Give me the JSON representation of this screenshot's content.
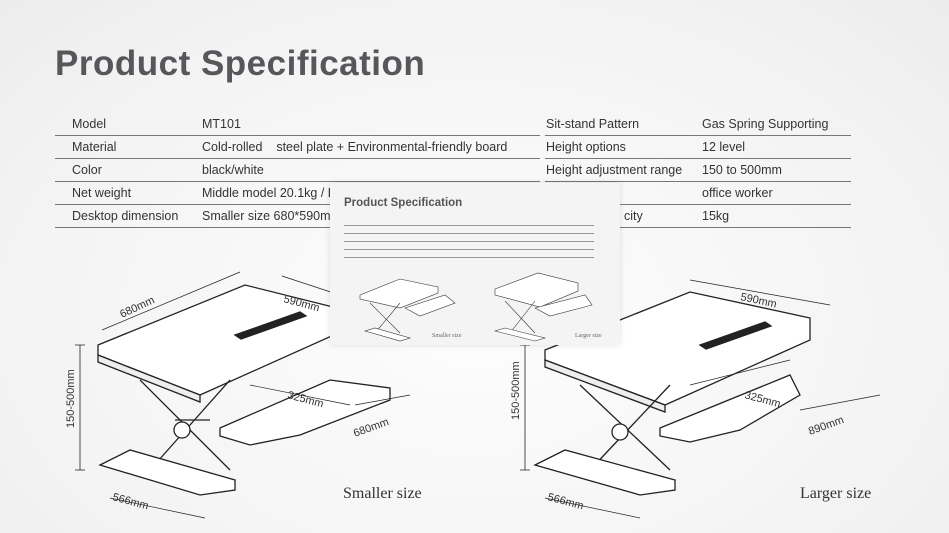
{
  "title": "Product Specification",
  "spec_left": [
    {
      "label": "Model",
      "value": "MT101"
    },
    {
      "label": "Material",
      "value": "Cold-rolled    steel plate + Environmental-friendly board"
    },
    {
      "label": "Color",
      "value": "black/white"
    },
    {
      "label": "Net weight",
      "value": "Middle model 20.1kg / L"
    },
    {
      "label": "Desktop dimension",
      "value": "Smaller size 680*590m"
    }
  ],
  "spec_right": [
    {
      "label": "Sit-stand Pattern",
      "value": "Gas Spring Supporting"
    },
    {
      "label": "Height options",
      "value": "12 level"
    },
    {
      "label": "Height adjustment range",
      "value": "150 to 500mm"
    },
    {
      "label": "",
      "value": "office worker"
    },
    {
      "label": "city",
      "value": "15kg"
    }
  ],
  "thumbnail": {
    "title": "Product Specification",
    "caption_small": "Smaller size",
    "caption_large": "Larger size"
  },
  "small_desk": {
    "depth": "680mm",
    "width": "590mm",
    "height": "150-500mm",
    "tray_depth": "325mm",
    "tray_width": "680mm",
    "base": "566mm",
    "caption": "Smaller size"
  },
  "large_desk": {
    "width": "590mm",
    "height": "150-500mm",
    "tray_depth": "325mm",
    "tray_width": "890mm",
    "base": "566mm",
    "caption": "Larger size"
  }
}
